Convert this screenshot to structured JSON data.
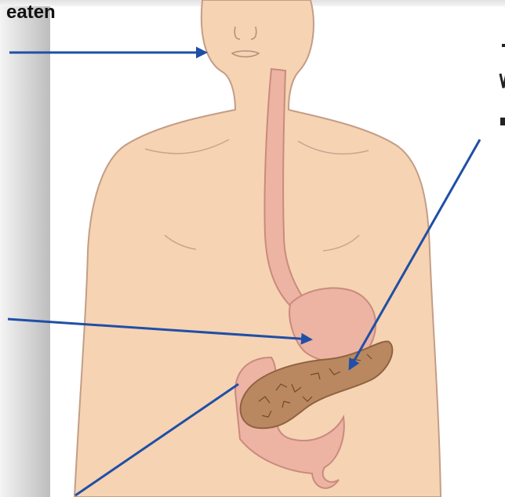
{
  "labels": {
    "food_eaten": "eaten"
  },
  "colors": {
    "skin": "#f6d3b3",
    "skin_outline": "#c49d86",
    "organ": "#edb3a3",
    "organ_outline": "#c98b7e",
    "pancreas": "#b98860",
    "arrow": "#1f4fa6"
  },
  "icons": [
    "arrow-to-mouth",
    "arrow-to-stomach",
    "arrow-to-pancreas",
    "arrow-to-duodenum"
  ]
}
